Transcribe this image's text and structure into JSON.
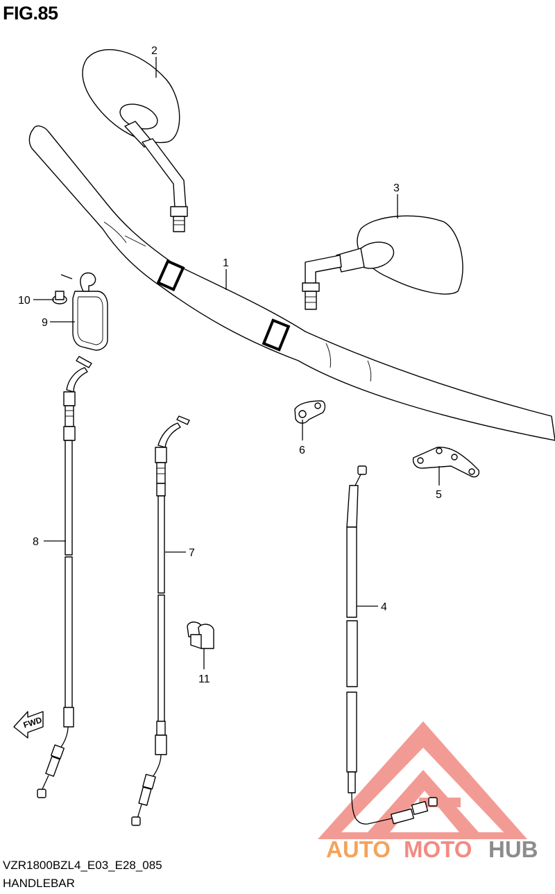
{
  "header": {
    "figure_label": "FIG.85"
  },
  "footer": {
    "model_code": "VZR1800BZL4_E03_E28_085",
    "section_name": "HANDLEBAR"
  },
  "callouts": {
    "p1": "1",
    "p2": "2",
    "p3": "3",
    "p4": "4",
    "p5": "5",
    "p6": "6",
    "p7": "7",
    "p8": "8",
    "p9": "9",
    "p10": "10",
    "p11": "11"
  },
  "fwd_arrow": {
    "label": "FWD"
  },
  "watermark": {
    "text": "AUTOMOTOHUB",
    "part1": "AUTO",
    "part2": "MOTO",
    "part3": "HUB",
    "colors": {
      "auto": "#f4a35a",
      "moto": "#f28b82",
      "hub": "#8c8c8c",
      "triangle": "#f08a82"
    }
  },
  "icons": [
    "fwd-arrow-icon",
    "watermark-logo-icon"
  ]
}
